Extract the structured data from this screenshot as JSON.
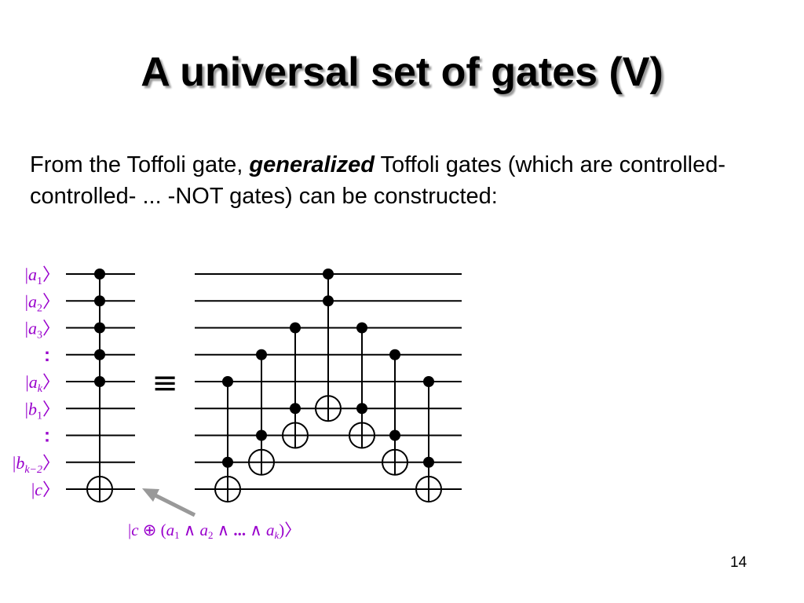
{
  "slide": {
    "title": "A universal set of gates (V)",
    "intro_before": "From the Toffoli gate, ",
    "intro_emph": "generalized",
    "intro_after": " Toffoli gates (which are controlled-controlled- ... -NOT gates) can be constructed:",
    "page_number": "14"
  },
  "circuit": {
    "input_labels": [
      {
        "kind": "ket",
        "base": "a",
        "sub": "1"
      },
      {
        "kind": "ket",
        "base": "a",
        "sub": "2"
      },
      {
        "kind": "ket",
        "base": "a",
        "sub": "3"
      },
      {
        "kind": "dots",
        "text": ":"
      },
      {
        "kind": "ket",
        "base": "a",
        "sub": "k"
      },
      {
        "kind": "ket",
        "base": "b",
        "sub": "1"
      },
      {
        "kind": "dots",
        "text": ":"
      },
      {
        "kind": "ket",
        "base": "b",
        "sub": "k−2"
      },
      {
        "kind": "ket",
        "base": "c",
        "sub": ""
      }
    ],
    "equivalence_symbol": "≡",
    "output_label": "|c ⊕ (a1 ∧ a2 ∧ ... ∧ ak)〉",
    "output_label_parts": {
      "open": "|",
      "c": "c",
      "oplus": " ⊕ (",
      "a": "a",
      "s1": "1",
      "and": " ∧ ",
      "s2": "2",
      "dots": "...",
      "sk": "k",
      "close": ")〉"
    },
    "colors": {
      "label": "#9900cc",
      "arrow": "#999999",
      "wire": "#000000"
    },
    "left_gate": {
      "controls": [
        0,
        1,
        2,
        3,
        4
      ],
      "target": 8
    },
    "right_gates": [
      {
        "controls": [
          4,
          7
        ],
        "target": 8
      },
      {
        "controls": [
          3,
          6
        ],
        "target": 7
      },
      {
        "controls": [
          2,
          5
        ],
        "target": 6
      },
      {
        "controls": [
          0,
          1
        ],
        "target": 5
      },
      {
        "controls": [
          2,
          5
        ],
        "target": 6
      },
      {
        "controls": [
          3,
          6
        ],
        "target": 7
      },
      {
        "controls": [
          4,
          7
        ],
        "target": 8
      }
    ]
  }
}
